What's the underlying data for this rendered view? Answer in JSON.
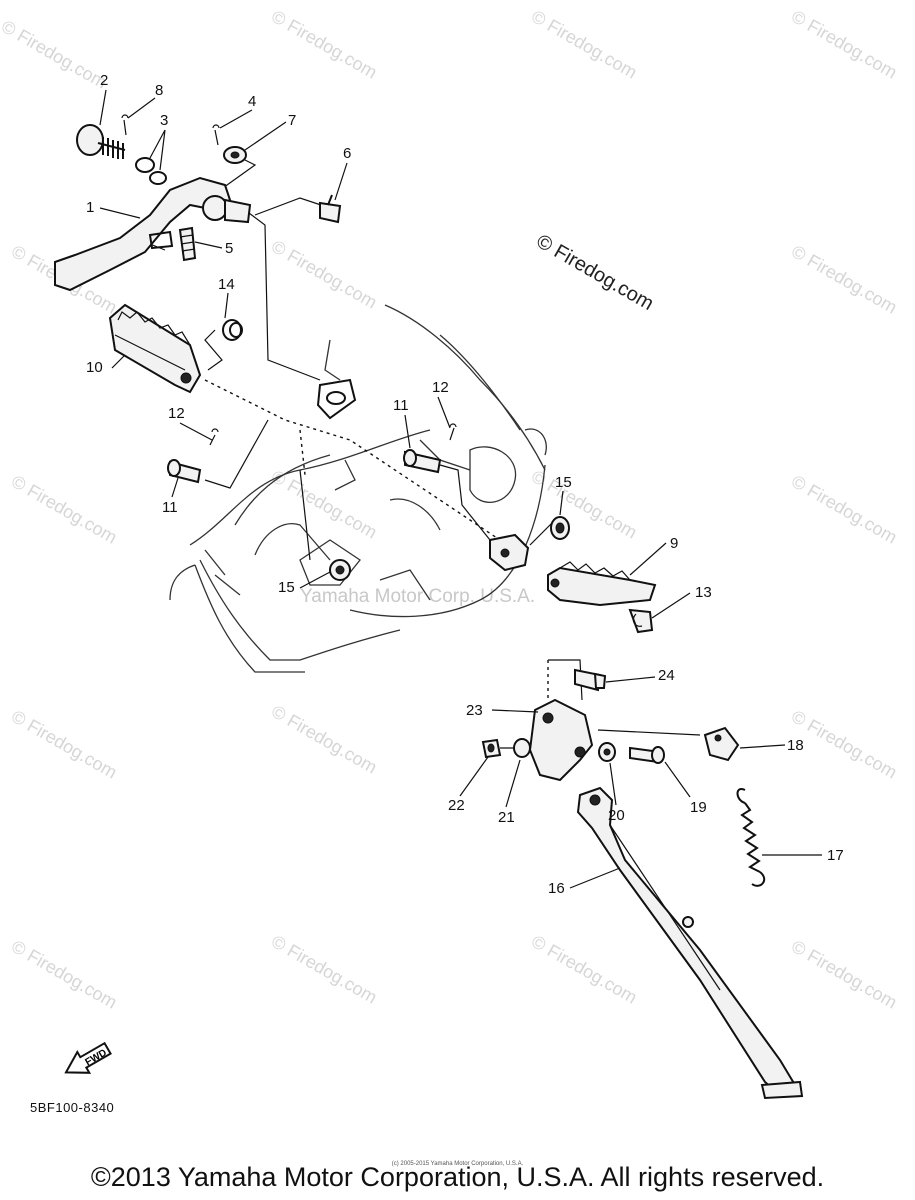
{
  "watermark": {
    "text": "© Firedog.com",
    "center_text": "Yamaha Motor Corp. U.S.A."
  },
  "callouts": [
    "1",
    "2",
    "3",
    "4",
    "5",
    "6",
    "7",
    "8",
    "9",
    "10",
    "11",
    "11",
    "12",
    "12",
    "13",
    "14",
    "15",
    "15",
    "16",
    "17",
    "18",
    "19",
    "20",
    "21",
    "22",
    "23",
    "24"
  ],
  "direction_badge": "FWD",
  "part_code": "5BF100-8340",
  "small_credit": "(c) 2005-2015 Yamaha Motor Corporation, U.S.A.",
  "copyright": "©2013 Yamaha Motor Corporation, U.S.A. All rights reserved."
}
